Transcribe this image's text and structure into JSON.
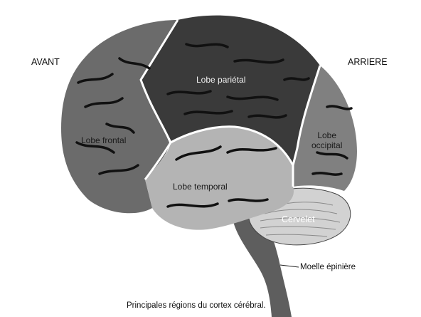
{
  "orientation": {
    "front": "AVANT",
    "back": "ARRIERE"
  },
  "regions": {
    "parietal": "Lobe pariétal",
    "frontal": "Lobe frontal",
    "temporal": "Lobe temporal",
    "occipital_line1": "Lobe",
    "occipital_line2": "occipital",
    "cerebellum": "Cervelet",
    "spinal_cord": "Moelle épinière"
  },
  "caption": "Principales régions du cortex cérébral.",
  "colors": {
    "parietal": "#3a3a3a",
    "frontal": "#6b6b6b",
    "temporal": "#b4b4b4",
    "occipital": "#808080",
    "cerebellum": "#d2d2d2",
    "brainstem": "#5e5e5e",
    "boundary": "#ffffff",
    "sulcus": "#111111"
  }
}
